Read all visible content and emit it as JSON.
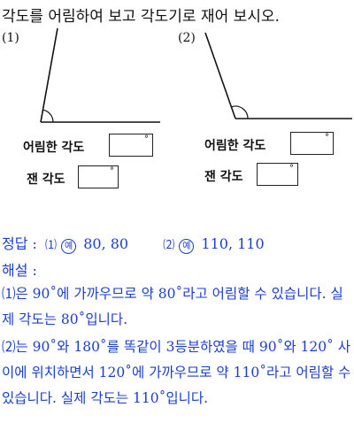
{
  "instruction": "각도를 어림하여 보고 각도기로 재어 보시오.",
  "problems": [
    {
      "number": "(1)",
      "estimate_label": "어림한 각도",
      "measure_label": "잰 각도",
      "degree_mark": "°"
    },
    {
      "number": "(2)",
      "estimate_label": "어림한 각도",
      "measure_label": "잰 각도",
      "degree_mark": "°"
    }
  ],
  "answer": {
    "heading": "정답 :",
    "part1_num": "⑴",
    "ex_mark": "예",
    "part1_values": "80, 80",
    "part2_num": "⑵",
    "part2_values": "110, 110"
  },
  "explanation": {
    "heading": "해설 :",
    "paragraph1": "⑴은 90˚에 가까우므로 약 80˚라고 어림할 수 있습니다. 실제 각도는 80˚입니다.",
    "paragraph2": "⑵는 90˚와 180˚를 똑같이 3등분하였을 때 90˚와 120˚ 사이에 위치하면서 120˚에 가까우므로 약 110˚라고 어림할 수 있습니다. 실제 각도는 110˚입니다."
  },
  "colors": {
    "answer_text": "#1a3fcf"
  }
}
